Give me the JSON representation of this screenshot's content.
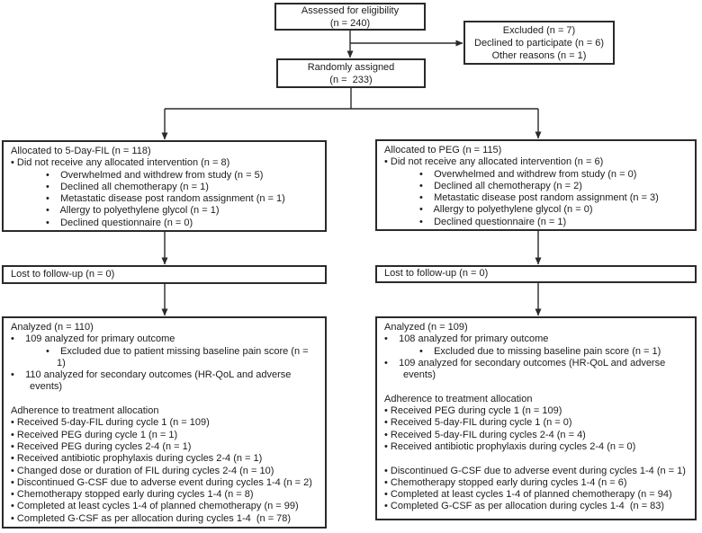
{
  "accent_color": "#2a2a2a",
  "assessed": {
    "lines": [
      {
        "t": "Assessed for eligibility"
      },
      {
        "t": "(n = 240)"
      }
    ]
  },
  "excluded": {
    "lines": [
      {
        "t": "Excluded (n = 7)"
      },
      {
        "t": "Declined to participate (n = 6)"
      },
      {
        "t": "Other reasons (n = 1)"
      }
    ]
  },
  "randomized": {
    "lines": [
      {
        "t": "Randomly assigned"
      },
      {
        "t": "(n =  233)"
      }
    ]
  },
  "alloc_left": {
    "lines": [
      {
        "t": "Allocated to 5-Day-FIL (n = 118)"
      },
      {
        "t": "• Did not receive any allocated intervention (n = 8)"
      },
      {
        "c": "i2",
        "t": "•    Overwhelmed and withdrew from study (n = 5)"
      },
      {
        "c": "i2",
        "t": "•    Declined all chemotherapy (n = 1)"
      },
      {
        "c": "i2",
        "t": "•    Metastatic disease post random assignment (n = 1)"
      },
      {
        "c": "i2",
        "t": "•    Allergy to polyethylene glycol (n = 1)"
      },
      {
        "c": "i2",
        "t": "•    Declined questionnaire (n = 0)"
      }
    ]
  },
  "alloc_right": {
    "lines": [
      {
        "t": "Allocated to PEG (n = 115)"
      },
      {
        "t": "• Did not receive any allocated intervention (n = 6)"
      },
      {
        "c": "i2",
        "t": "•    Overwhelmed and withdrew from study (n = 0)"
      },
      {
        "c": "i2",
        "t": "•    Declined all chemotherapy (n = 2)"
      },
      {
        "c": "i2",
        "t": "•    Metastatic disease post random assignment (n = 3)"
      },
      {
        "c": "i2",
        "t": "•    Allergy to polyethylene glycol (n = 0)"
      },
      {
        "c": "i2",
        "t": "•    Declined questionnaire (n = 1)"
      }
    ]
  },
  "lost_left": {
    "lines": [
      {
        "t": "Lost to follow-up (n = 0)"
      }
    ]
  },
  "lost_right": {
    "lines": [
      {
        "t": "Lost to follow-up (n = 0)"
      }
    ]
  },
  "analyzed_left": {
    "lines": [
      {
        "t": "Analyzed (n = 110)"
      },
      {
        "t": "•    109 analyzed for primary outcome"
      },
      {
        "c": "i2",
        "t": "•    Excluded due to patient missing baseline pain score (n ="
      },
      {
        "c": "i3",
        "t": "1)"
      },
      {
        "t": "•    110 analyzed for secondary outcomes (HR-QoL and adverse"
      },
      {
        "c": "i1",
        "t": "events)"
      },
      {
        "t": " "
      },
      {
        "t": "Adherence to treatment allocation"
      },
      {
        "t": "• Received 5-day-FIL during cycle 1 (n = 109)"
      },
      {
        "t": "• Received PEG during cycle 1 (n = 1)"
      },
      {
        "t": "• Received PEG during cycles 2-4 (n = 1)"
      },
      {
        "t": "• Received antibiotic prophylaxis during cycles 2-4 (n = 1)"
      },
      {
        "t": "• Changed dose or duration of FIL during cycles 2-4 (n = 10)"
      },
      {
        "t": "• Discontinued G-CSF due to adverse event during cycles 1-4 (n = 2)"
      },
      {
        "t": "• Chemotherapy stopped early during cycles 1-4 (n = 8)"
      },
      {
        "t": "• Completed at least cycles 1-4 of planned chemotherapy (n = 99)"
      },
      {
        "t": "• Completed G-CSF as per allocation during cycles 1-4  (n = 78)"
      }
    ]
  },
  "analyzed_right": {
    "lines": [
      {
        "t": "Analyzed (n = 109)"
      },
      {
        "t": "•    108 analyzed for primary outcome"
      },
      {
        "c": "i2",
        "t": "•    Excluded due to missing baseline pain score (n = 1)"
      },
      {
        "t": "•    109 analyzed for secondary outcomes (HR-QoL and adverse"
      },
      {
        "c": "i1",
        "t": "events)"
      },
      {
        "t": " "
      },
      {
        "t": "Adherence to treatment allocation"
      },
      {
        "t": "• Received PEG during cycle 1 (n = 109)"
      },
      {
        "t": "• Received 5-day-FIL during cycle 1 (n = 0)"
      },
      {
        "t": "• Received 5-day-FIL during cycles 2-4 (n = 4)"
      },
      {
        "t": "• Received antibiotic prophylaxis during cycles 2-4 (n = 0)"
      },
      {
        "t": " "
      },
      {
        "t": "• Discontinued G-CSF due to adverse event during cycles 1-4 (n = 1)"
      },
      {
        "t": "• Chemotherapy stopped early during cycles 1-4 (n = 6)"
      },
      {
        "t": "• Completed at least cycles 1-4 of planned chemotherapy (n = 94)"
      },
      {
        "t": "• Completed G-CSF as per allocation during cycles 1-4  (n = 83)"
      }
    ]
  }
}
